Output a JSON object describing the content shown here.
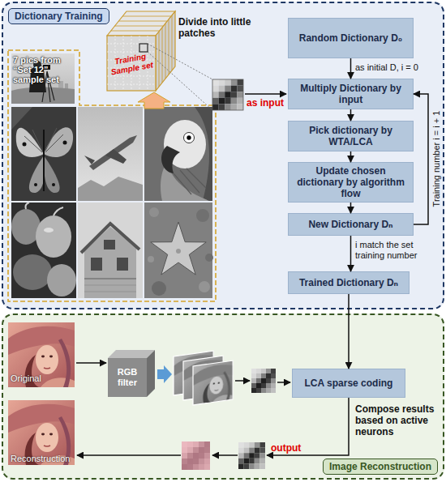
{
  "diagram": {
    "nodes": [
      {
        "text": [
          "Dictionary Training"
        ]
      },
      {
        "text": [
          "Random Dictionary D₀"
        ],
        "in": 0
      },
      {
        "text": [
          "Multiply Dictionary by input"
        ],
        "in": 0
      },
      {
        "text": [
          "Pick dictionary by WTA/LCA"
        ],
        "in": 0
      },
      {
        "text": [
          "Update chosen dictionary by algorithm flow"
        ],
        "in": 0
      },
      {
        "text": [
          "New Dictionary Dₙ"
        ],
        "in": 0
      },
      {
        "text": [
          "Trained Dictionary Dₙ"
        ],
        "in": 0
      },
      {
        "text": [
          "Image Reconstruction"
        ]
      },
      {
        "text": [
          "RGB filter"
        ],
        "in": 7
      },
      {
        "text": [
          "LCA sparse coding"
        ],
        "in": 7
      }
    ],
    "edges": [
      {
        "from": 1,
        "to": 2,
        "arrow": "to",
        "label": "as initial D, i = 0"
      },
      {
        "from": 2,
        "to": 3,
        "arrow": "to"
      },
      {
        "from": 3,
        "to": 4,
        "arrow": "to"
      },
      {
        "from": 4,
        "to": 5,
        "arrow": "to"
      },
      {
        "from": 5,
        "to": 2,
        "arrow": "to",
        "label": "Training number i = i + 1"
      },
      {
        "from": 5,
        "to": 6,
        "arrow": "to",
        "label": "i match the set training number"
      },
      {
        "from": 6,
        "to": 9,
        "arrow": "to"
      }
    ],
    "labels": [
      "7 pics from “Set 12” sample set",
      "Divide into little patches",
      "Training Sample set",
      "as input",
      "Original",
      "Compose results based on active neurons",
      "output",
      "Reconstruction"
    ]
  }
}
